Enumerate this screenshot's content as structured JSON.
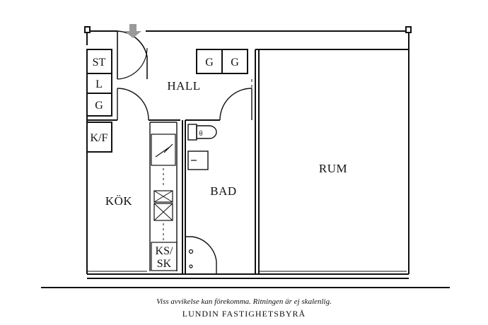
{
  "rooms": {
    "hall": "HALL",
    "kitchen": "KÖK",
    "bath": "BAD",
    "room": "RUM"
  },
  "fixtures": {
    "storage": "ST",
    "linen": "L",
    "wardrobe": "G",
    "fridge_freezer": "K/F",
    "fridge": "KS/",
    "freezer": "SK",
    "toilet_symbol": "θ"
  },
  "captions": {
    "disclaimer": "Viss avvikelse kan förekomma. Ritningen är ej skalenlig.",
    "company": "LUNDIN FASTIGHETSBYRÅ"
  },
  "colors": {
    "wall": "#111111",
    "entrance_arrow": "#9a9a9a"
  }
}
